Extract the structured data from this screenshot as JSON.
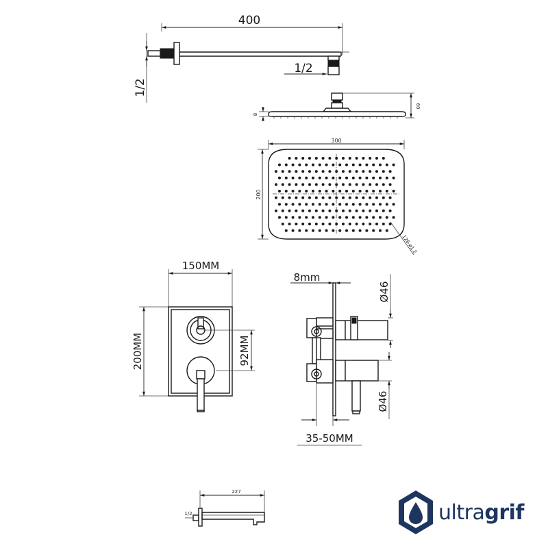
{
  "arm": {
    "length": "400",
    "thread_left": "1/2",
    "thread_right": "1/2"
  },
  "head_side": {
    "height": "60",
    "thickness": "8"
  },
  "head_top": {
    "width": "300",
    "height": "200",
    "nozzles": "126-ø1.2"
  },
  "valve_front": {
    "width": "150MM",
    "height": "200MM",
    "spacing": "92MM"
  },
  "valve_side": {
    "plate": "8mm",
    "knob_top": "Ø46",
    "knob_bottom": "Ø46",
    "depth": "35-50MM"
  },
  "spout": {
    "length": "227",
    "thread": "1/2"
  },
  "logo": {
    "text_regular": "ultra",
    "text_bold": "grif",
    "color": "#1e3560"
  }
}
